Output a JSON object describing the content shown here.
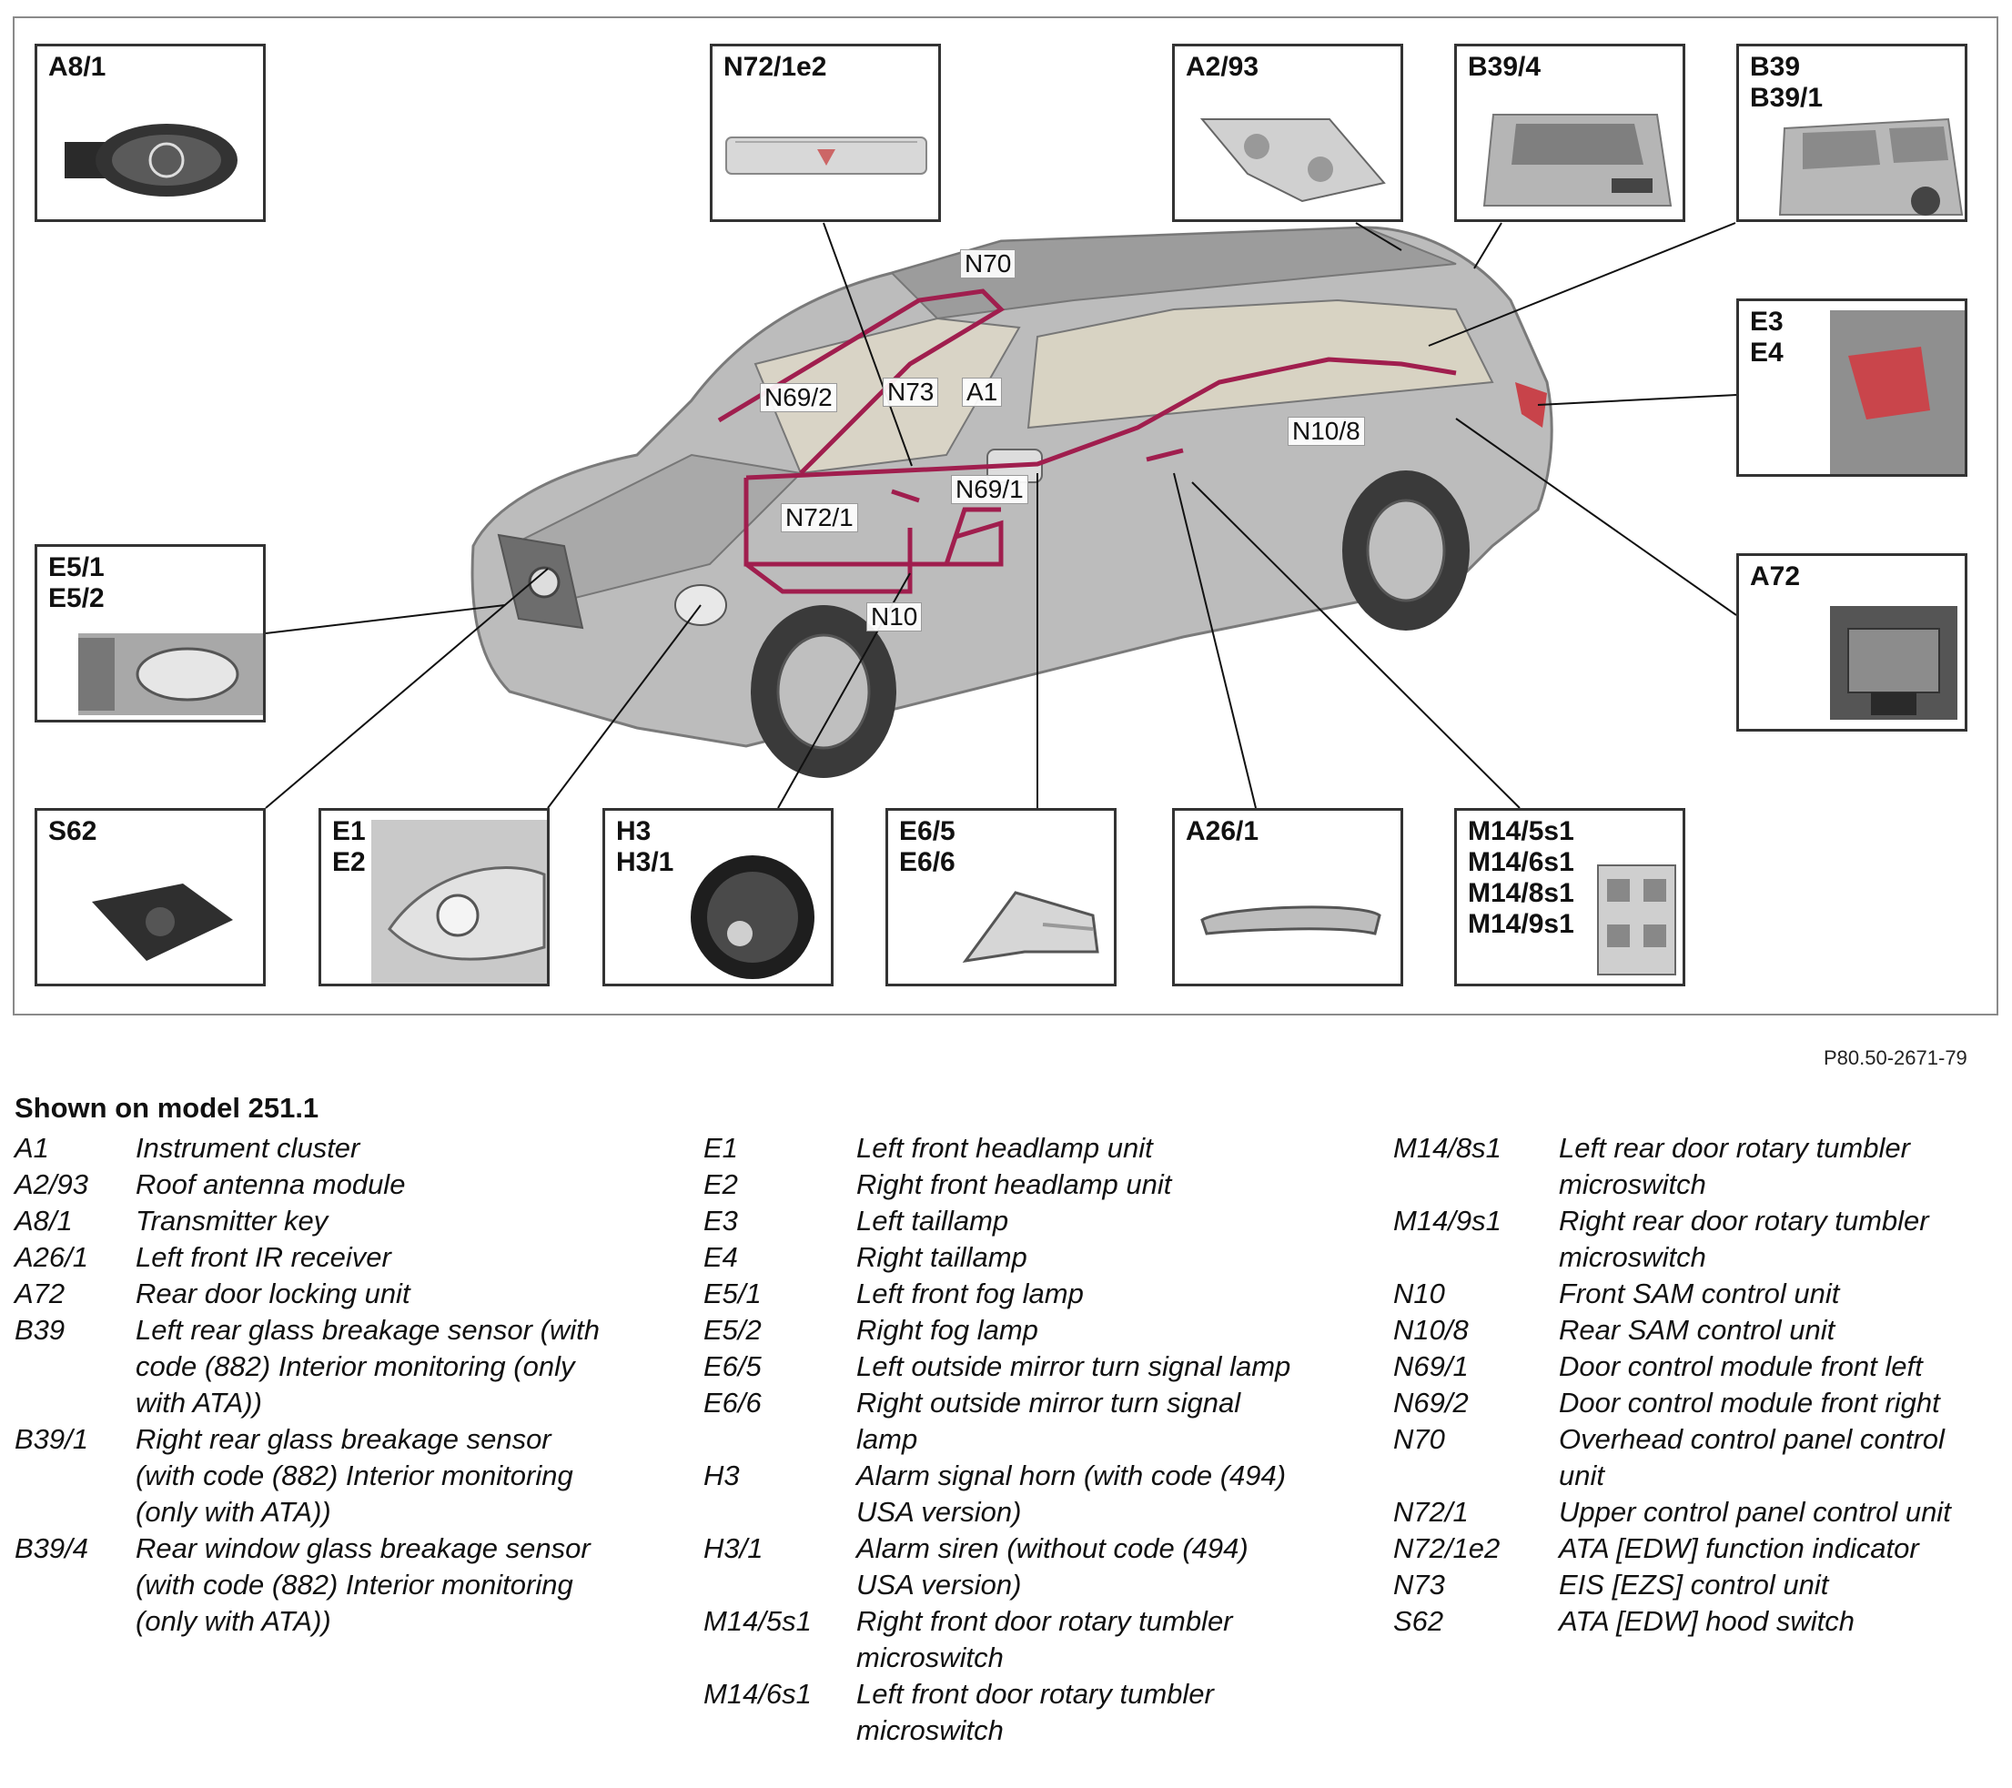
{
  "boxes": {
    "a8_1": "A8/1",
    "n72_1e2": "N72/1e2",
    "a2_93": "A2/93",
    "b39_4": "B39/4",
    "b39": "B39\nB39/1",
    "e3_e4": "E3\nE4",
    "a72": "A72",
    "e5": "E5/1\nE5/2",
    "s62": "S62",
    "e1_e2": "E1\nE2",
    "h3": "H3\nH3/1",
    "e6": "E6/5\nE6/6",
    "a26_1": "A26/1",
    "m14": "M14/5s1\nM14/6s1\nM14/8s1\nM14/9s1"
  },
  "callouts": {
    "n70": "N70",
    "n69_2": "N69/2",
    "n73": "N73",
    "a1": "A1",
    "n10_8": "N10/8",
    "n69_1": "N69/1",
    "n72_1": "N72/1",
    "n10": "N10"
  },
  "figure_ref": "P80.50-2671-79",
  "colors": {
    "wiring": "#a01e4e",
    "car_body": "#b9b9b9",
    "leader_line": "#111111"
  },
  "legend": {
    "title": "Shown on model 251.1",
    "col1": [
      {
        "code": "A1",
        "desc": "Instrument cluster"
      },
      {
        "code": "A2/93",
        "desc": "Roof antenna module"
      },
      {
        "code": "A8/1",
        "desc": "Transmitter key"
      },
      {
        "code": "A26/1",
        "desc": "Left front IR receiver"
      },
      {
        "code": "A72",
        "desc": "Rear door locking unit"
      },
      {
        "code": "B39",
        "desc": "Left rear glass breakage sensor (with code (882) Interior monitoring (only with ATA))"
      },
      {
        "code": "B39/1",
        "desc": "Right rear glass breakage sensor (with code (882) Interior monitoring (only with ATA))"
      },
      {
        "code": "B39/4",
        "desc": "Rear window glass breakage sensor (with code (882) Interior monitoring (only with ATA))"
      }
    ],
    "col2": [
      {
        "code": "E1",
        "desc": "Left front headlamp unit"
      },
      {
        "code": "E2",
        "desc": "Right front headlamp unit"
      },
      {
        "code": "E3",
        "desc": "Left taillamp"
      },
      {
        "code": "E4",
        "desc": "Right taillamp"
      },
      {
        "code": "E5/1",
        "desc": "Left front fog lamp"
      },
      {
        "code": "E5/2",
        "desc": "Right fog lamp"
      },
      {
        "code": "E6/5",
        "desc": "Left outside mirror turn signal lamp"
      },
      {
        "code": "E6/6",
        "desc": "Right outside mirror turn signal lamp"
      },
      {
        "code": "H3",
        "desc": "Alarm signal horn (with code (494) USA version)"
      },
      {
        "code": "H3/1",
        "desc": "Alarm siren (without code (494) USA version)"
      },
      {
        "code": "M14/5s1",
        "desc": "Right front door rotary tumbler microswitch"
      },
      {
        "code": "M14/6s1",
        "desc": "Left front door rotary tumbler microswitch"
      }
    ],
    "col3": [
      {
        "code": "M14/8s1",
        "desc": "Left rear door rotary tumbler microswitch"
      },
      {
        "code": "M14/9s1",
        "desc": "Right rear door rotary tumbler microswitch"
      },
      {
        "code": "N10",
        "desc": "Front SAM control unit"
      },
      {
        "code": "N10/8",
        "desc": "Rear SAM control unit"
      },
      {
        "code": "N69/1",
        "desc": "Door control module front left"
      },
      {
        "code": "N69/2",
        "desc": "Door control module front right"
      },
      {
        "code": "N70",
        "desc": "Overhead control panel control unit"
      },
      {
        "code": "N72/1",
        "desc": "Upper control panel control unit"
      },
      {
        "code": "N72/1e2",
        "desc": "ATA [EDW] function indicator"
      },
      {
        "code": "N73",
        "desc": "EIS [EZS] control unit"
      },
      {
        "code": "S62",
        "desc": "ATA [EDW] hood switch"
      }
    ]
  }
}
